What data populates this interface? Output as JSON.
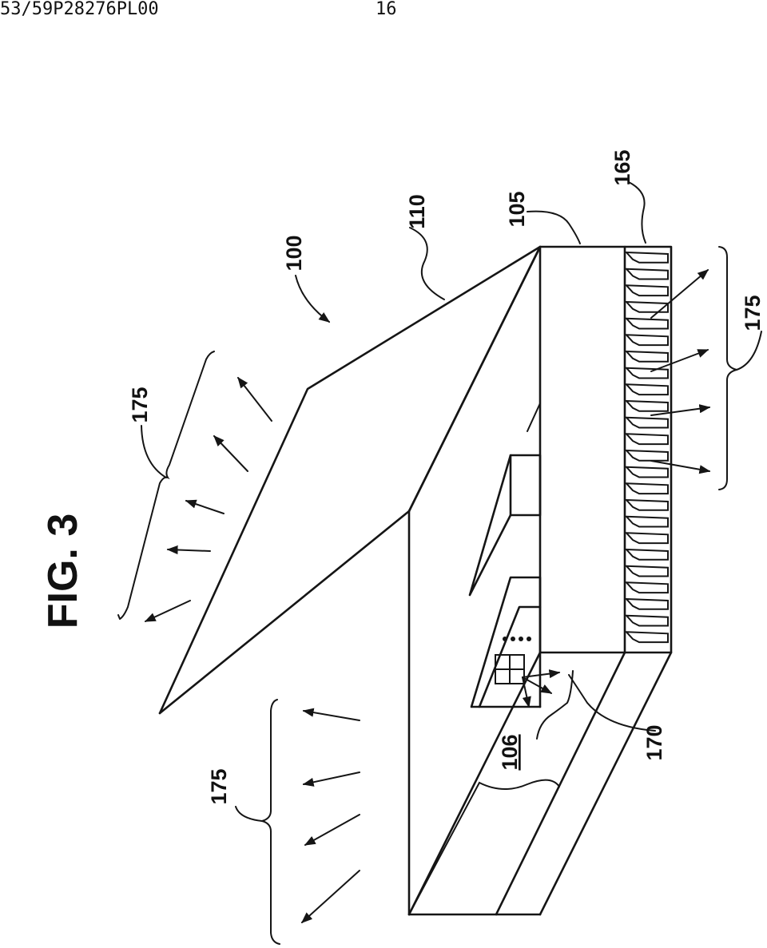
{
  "header": {
    "document_number": "53/59P28276PL00",
    "page_number": "16"
  },
  "figure": {
    "title": "FIG. 3",
    "labels": {
      "device": "100",
      "housing": "105",
      "interior": "106",
      "screen": "110",
      "heat_sink": "165",
      "electronics": "170",
      "radiation_front": "175",
      "radiation_left": "175",
      "radiation_right": "175"
    }
  },
  "colors": {
    "ink": "#151515",
    "paper": "#ffffff"
  }
}
